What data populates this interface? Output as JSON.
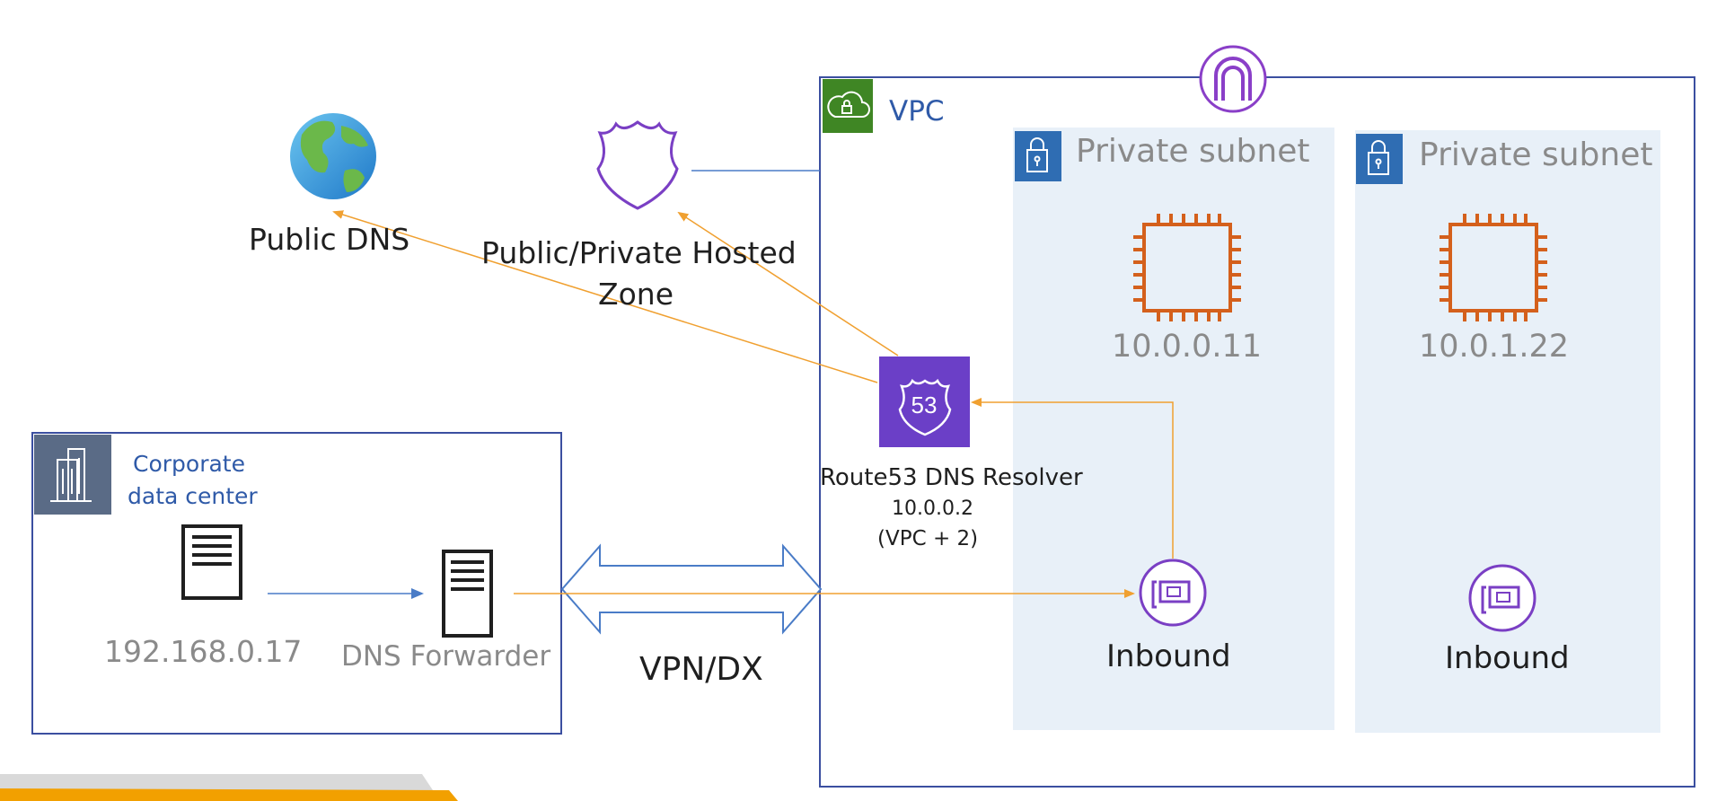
{
  "labels": {
    "public_dns": "Public DNS",
    "hosted_zone_line1": "Public/Private Hosted",
    "hosted_zone_line2": "Zone",
    "vpc": "VPC",
    "private_subnet_1": "Private subnet",
    "private_subnet_2": "Private subnet",
    "ec2_1_ip": "10.0.0.11",
    "ec2_2_ip": "10.0.1.22",
    "resolver_name": "Route53 DNS Resolver",
    "resolver_ip": "10.0.0.2",
    "resolver_note": "(VPC + 2)",
    "route53_badge": "53",
    "corp_line1": "Corporate",
    "corp_line2": "data center",
    "server_ip": "192.168.0.17",
    "dns_forwarder": "DNS Forwarder",
    "vpn_dx": "VPN/DX",
    "inbound_1": "Inbound",
    "inbound_2": "Inbound"
  },
  "colors": {
    "vpc_border": "#3b4fa0",
    "vpc_header": "#3f8624",
    "subnet_bg": "#e8f0f8",
    "subnet_icon_bg": "#2f6db3",
    "ec2_orange": "#d4601c",
    "route53_purple": "#6b3fc7",
    "endpoint_purple": "#7a3fc4",
    "arrow_orange": "#f0a030",
    "line_blue": "#4a7cc7",
    "corp_icon_bg": "#5a6b86"
  },
  "icons": {
    "globe": "globe-icon",
    "hosted_zone": "shield-icon",
    "vpc_cloud": "cloud-lock-icon",
    "igw": "internet-gateway-icon",
    "subnet_lock": "lock-icon",
    "ec2": "ec2-chip-icon",
    "route53": "route53-icon",
    "endpoint": "network-interface-icon",
    "building": "building-icon",
    "server": "server-icon"
  }
}
